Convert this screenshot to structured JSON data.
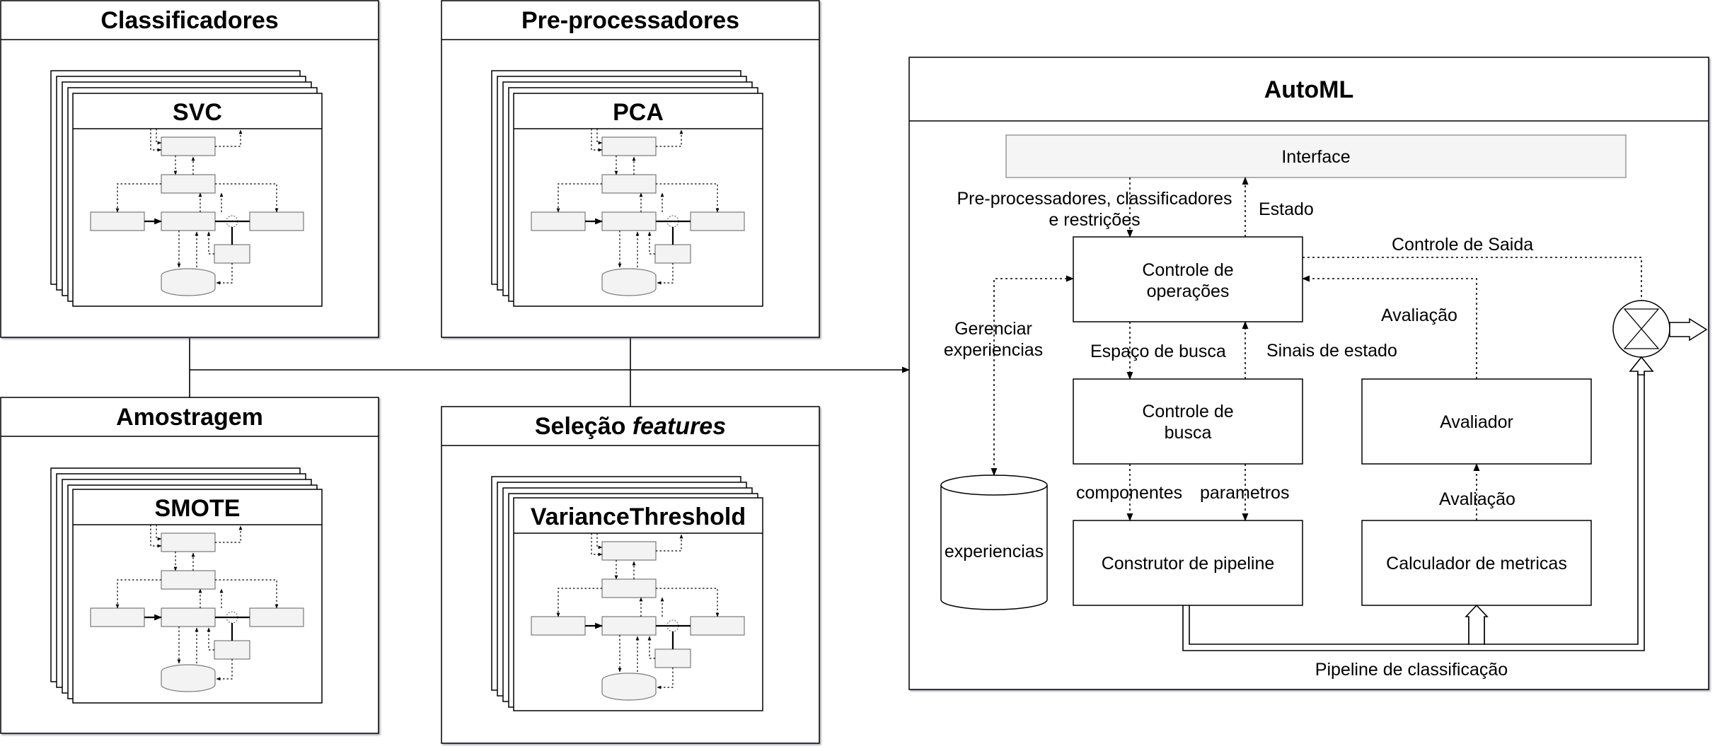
{
  "panels": {
    "classificadores": {
      "title": "Classificadores",
      "component": "SVC"
    },
    "preprocessadores": {
      "title": "Pre-processadores",
      "component": "PCA"
    },
    "amostragem": {
      "title": "Amostragem",
      "component": "SMOTE"
    },
    "selecao": {
      "title_prefix": "Seleção ",
      "title_italic": "features",
      "component": "VarianceThreshold"
    }
  },
  "automl": {
    "title": "AutoML",
    "interface": "Interface",
    "controle_operacoes": [
      "Controle de",
      "operações"
    ],
    "controle_busca": [
      "Controle de",
      "busca"
    ],
    "construtor": "Construtor de pipeline",
    "avaliador": "Avaliador",
    "calculador": "Calculador de metricas",
    "experiencias": "experiencias",
    "labels": {
      "pre_proc_1": "Pre-processadores, classificadores",
      "pre_proc_2": "e restrições",
      "estado": "Estado",
      "controle_saida": "Controle de Saida",
      "gerenciar_1": "Gerenciar",
      "gerenciar_2": "experiencias",
      "espaco_busca": "Espaço de busca",
      "sinais_estado": "Sinais de estado",
      "avaliacao_top": "Avaliação",
      "avaliacao_bottom": "Avaliação",
      "componentes": "componentes",
      "parametros": "parametros",
      "pipeline_classificacao": "Pipeline de classificação"
    }
  },
  "colors": {
    "panel_shadow": "#50506e",
    "interface_fill": "#f3f3f3",
    "stroke": "#000000"
  }
}
